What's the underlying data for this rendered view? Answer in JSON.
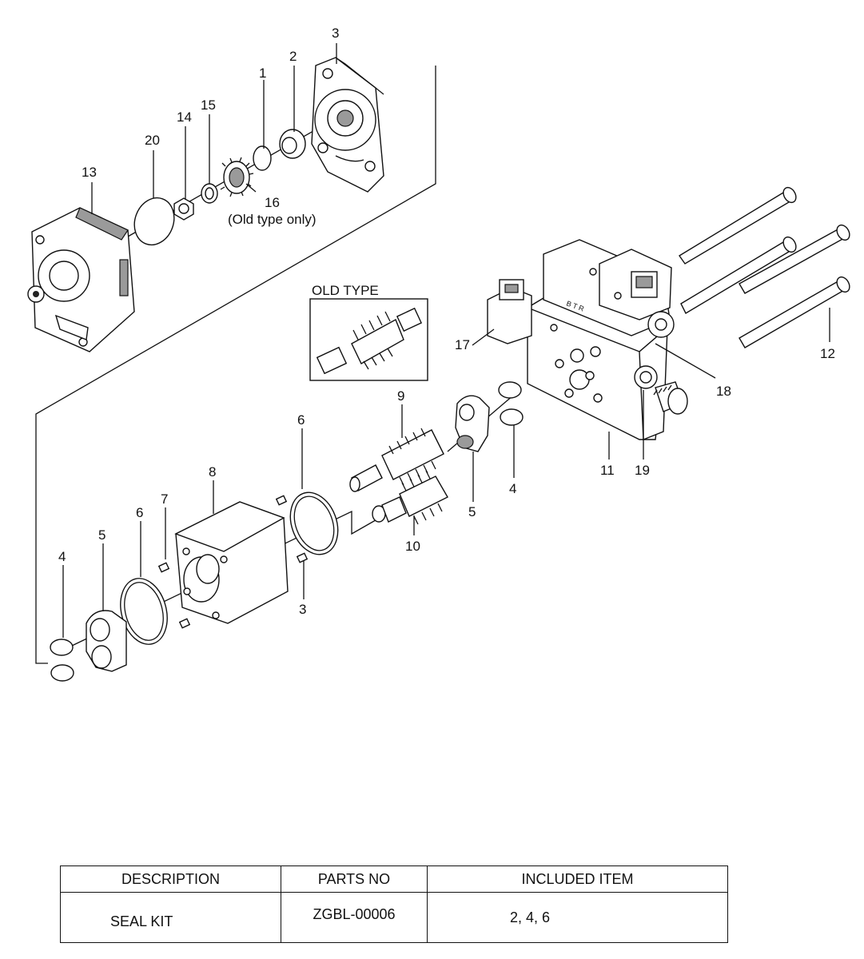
{
  "callouts": {
    "c1": "1",
    "c2": "2",
    "c3_top": "3",
    "c3_bottom": "3",
    "c4_left": "4",
    "c4_right": "4",
    "c5_left": "5",
    "c5_right": "5",
    "c6_left": "6",
    "c6_right": "6",
    "c7": "7",
    "c8": "8",
    "c9": "9",
    "c10": "10",
    "c11": "11",
    "c12": "12",
    "c13": "13",
    "c14": "14",
    "c15": "15",
    "c16": "16",
    "c17": "17",
    "c18": "18",
    "c19": "19",
    "c20": "20",
    "old_type_only": "(Old type only)"
  },
  "inset": {
    "title": "OLD TYPE"
  },
  "table": {
    "headers": [
      "DESCRIPTION",
      "PARTS NO",
      "INCLUDED ITEM"
    ],
    "rows": [
      {
        "description": "SEAL KIT",
        "parts_no": "ZGBL-00006",
        "included": "2, 4, 6"
      }
    ]
  }
}
